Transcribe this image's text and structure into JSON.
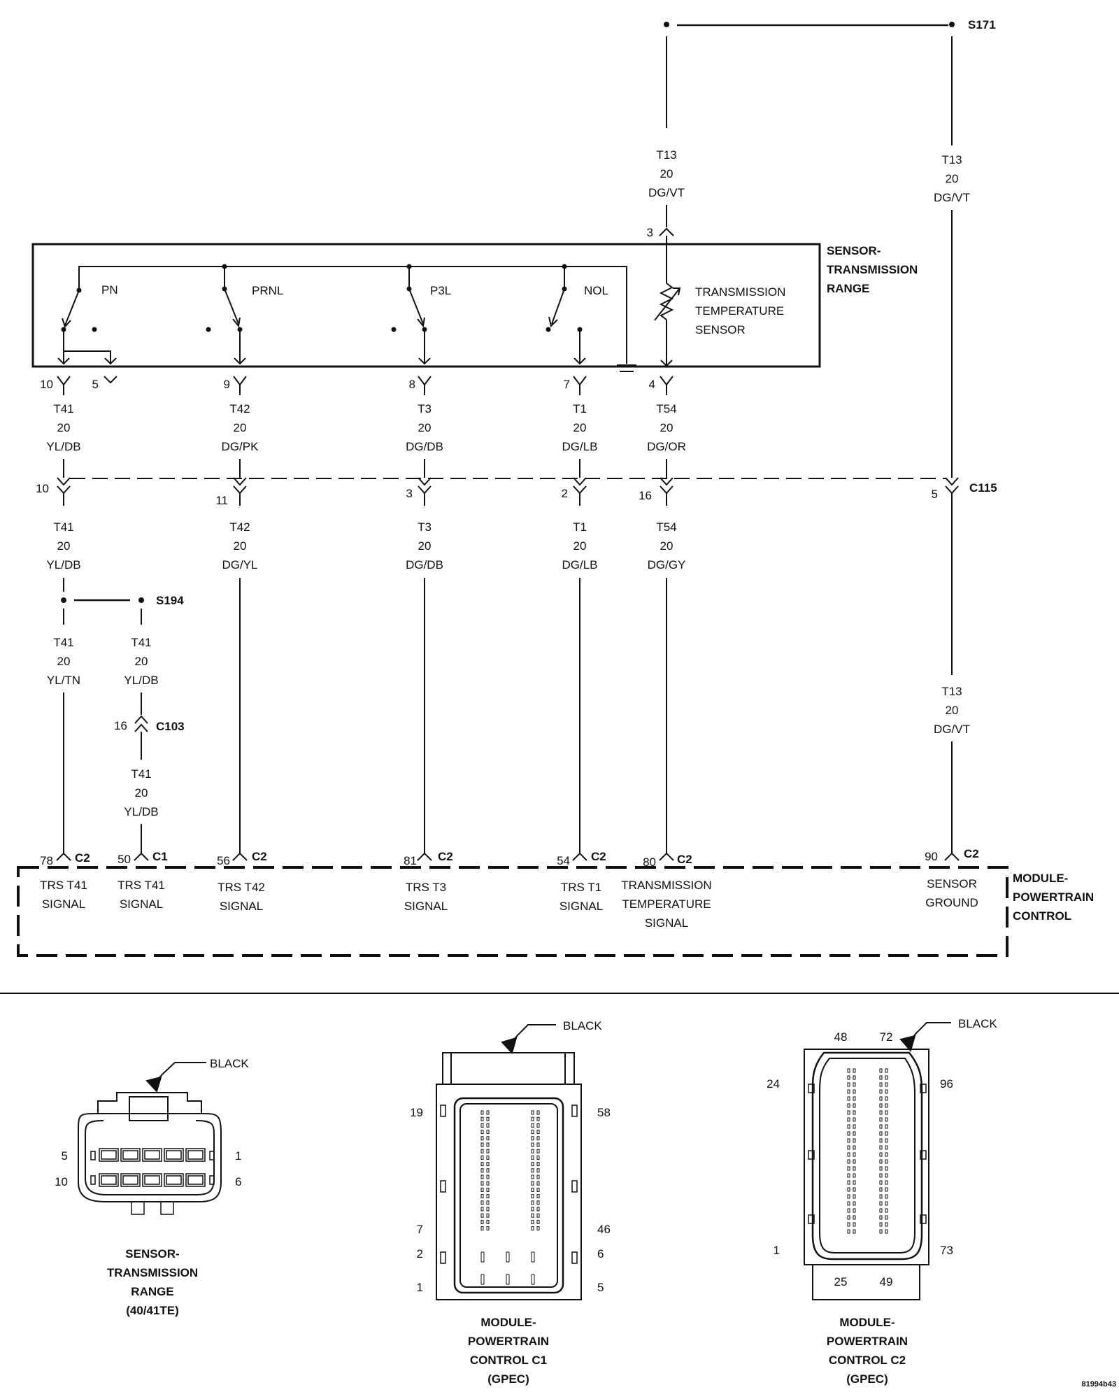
{
  "diagram": {
    "splices": {
      "s171": "S171",
      "s194": "S194"
    },
    "connectors": {
      "c115": "C115",
      "c103": "C103",
      "c1": "C1",
      "c2": "C2"
    },
    "sensor_tr": {
      "line1": "SENSOR-",
      "line2": "TRANSMISSION",
      "line3": "RANGE"
    },
    "switches": {
      "pn": "PN",
      "prnl": "PRNL",
      "p3l": "P3L",
      "nol": "NOL"
    },
    "tts": {
      "line1": "TRANSMISSION",
      "line2": "TEMPERATURE",
      "line3": "SENSOR"
    },
    "top_wires": {
      "left": {
        "circuit": "T13",
        "gauge": "20",
        "color": "DG/VT"
      },
      "right": {
        "circuit": "T13",
        "gauge": "20",
        "color": "DG/VT"
      }
    },
    "sensor_pins": {
      "p3": "3",
      "p10": "10",
      "p5": "5",
      "p9": "9",
      "p8": "8",
      "p7": "7",
      "p4": "4"
    },
    "mid_wires": [
      {
        "circuit": "T41",
        "gauge": "20",
        "color": "YL/DB"
      },
      {
        "circuit": "T42",
        "gauge": "20",
        "color": "DG/PK"
      },
      {
        "circuit": "T3",
        "gauge": "20",
        "color": "DG/DB"
      },
      {
        "circuit": "T1",
        "gauge": "20",
        "color": "DG/LB"
      },
      {
        "circuit": "T54",
        "gauge": "20",
        "color": "DG/OR"
      }
    ],
    "c115_pins": {
      "p10": "10",
      "p11": "11",
      "p3": "3",
      "p2": "2",
      "p16": "16",
      "p5": "5"
    },
    "low_wires": [
      {
        "circuit": "T41",
        "gauge": "20",
        "color": "YL/DB"
      },
      {
        "circuit": "T42",
        "gauge": "20",
        "color": "DG/YL"
      },
      {
        "circuit": "T3",
        "gauge": "20",
        "color": "DG/DB"
      },
      {
        "circuit": "T1",
        "gauge": "20",
        "color": "DG/LB"
      },
      {
        "circuit": "T54",
        "gauge": "20",
        "color": "DG/GY"
      }
    ],
    "s194_wires": {
      "left": {
        "circuit": "T41",
        "gauge": "20",
        "color": "YL/TN"
      },
      "right": {
        "circuit": "T41",
        "gauge": "20",
        "color": "YL/DB"
      }
    },
    "c103_pin": "16",
    "c103_wire": {
      "circuit": "T41",
      "gauge": "20",
      "color": "YL/DB"
    },
    "ground_wire_low": {
      "circuit": "T13",
      "gauge": "20",
      "color": "DG/VT"
    },
    "pcm_pins": {
      "p78": "78",
      "p50": "50",
      "p56": "56",
      "p81": "81",
      "p54": "54",
      "p80": "80",
      "p90": "90"
    },
    "pcm_signals": {
      "s1": {
        "l1": "TRS T41",
        "l2": "SIGNAL"
      },
      "s2": {
        "l1": "TRS T41",
        "l2": "SIGNAL"
      },
      "s3": {
        "l1": "TRS T42",
        "l2": "SIGNAL"
      },
      "s4": {
        "l1": "TRS T3",
        "l2": "SIGNAL"
      },
      "s5": {
        "l1": "TRS T1",
        "l2": "SIGNAL"
      },
      "s6": {
        "l1": "TRANSMISSION",
        "l2": "TEMPERATURE",
        "l3": "SIGNAL"
      },
      "s7": {
        "l1": "SENSOR",
        "l2": "GROUND"
      }
    },
    "pcm": {
      "line1": "MODULE-",
      "line2": "POWERTRAIN",
      "line3": "CONTROL"
    }
  },
  "connector_views": {
    "tr_sensor": {
      "color": "BLACK",
      "pins": {
        "p5": "5",
        "p1": "1",
        "p10": "10",
        "p6": "6"
      },
      "title": {
        "l1": "SENSOR-",
        "l2": "TRANSMISSION",
        "l3": "RANGE",
        "l4": "(40/41TE)"
      }
    },
    "pcm_c1": {
      "color": "BLACK",
      "pins": {
        "p19": "19",
        "p58": "58",
        "p7": "7",
        "p46": "46",
        "p2": "2",
        "p6": "6",
        "p1": "1",
        "p5": "5"
      },
      "title": {
        "l1": "MODULE-",
        "l2": "POWERTRAIN",
        "l3": "CONTROL C1",
        "l4": "(GPEC)"
      }
    },
    "pcm_c2": {
      "color": "BLACK",
      "pins": {
        "p48": "48",
        "p72": "72",
        "p24": "24",
        "p96": "96",
        "p1": "1",
        "p73": "73",
        "p25": "25",
        "p49": "49"
      },
      "title": {
        "l1": "MODULE-",
        "l2": "POWERTRAIN",
        "l3": "CONTROL C2",
        "l4": "(GPEC)"
      }
    }
  },
  "figure_id": "81994b43"
}
